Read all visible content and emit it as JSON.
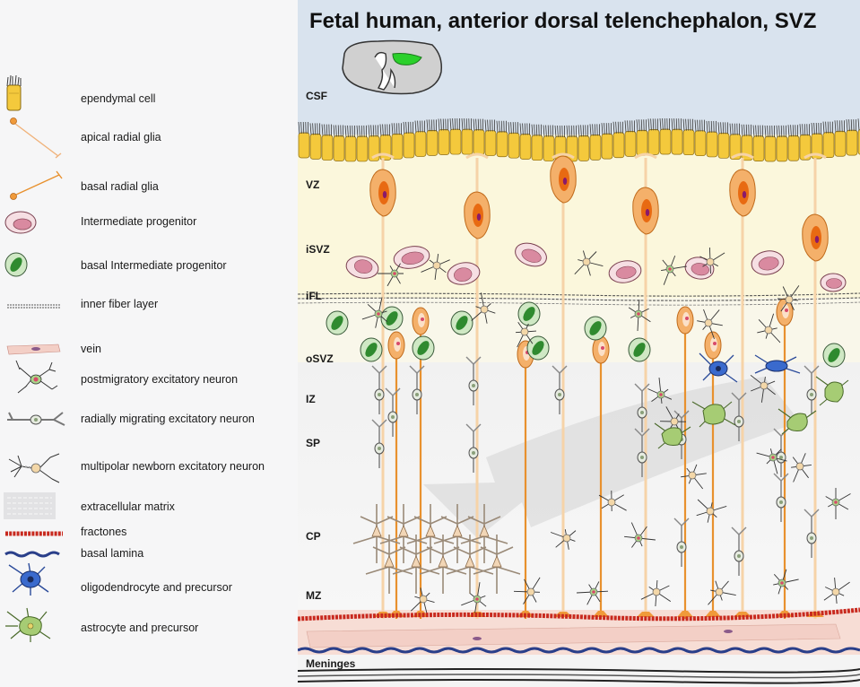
{
  "title": "Fetal human, anterior dorsal telenchephalon, SVZ",
  "zones": [
    {
      "id": "csf",
      "label": "CSF"
    },
    {
      "id": "vz",
      "label": "VZ"
    },
    {
      "id": "isvz",
      "label": "iSVZ"
    },
    {
      "id": "ifl",
      "label": "iFL"
    },
    {
      "id": "osvz",
      "label": "oSVZ"
    },
    {
      "id": "iz",
      "label": "IZ"
    },
    {
      "id": "sp",
      "label": "SP"
    },
    {
      "id": "cp",
      "label": "CP"
    },
    {
      "id": "mz",
      "label": "MZ"
    },
    {
      "id": "meninges",
      "label": "Meninges"
    }
  ],
  "legend": {
    "items": [
      {
        "label": "ependymal cell",
        "icon": "ependymal-cell-icon"
      },
      {
        "label": "apical  radial glia",
        "icon": "apical-radial-glia-icon"
      },
      {
        "label": "basal radial glia",
        "icon": "basal-radial-glia-icon"
      },
      {
        "label": "Intermediate progenitor",
        "icon": "intermediate-progenitor-icon"
      },
      {
        "label": "basal Intermediate progenitor",
        "icon": "basal-intermediate-progenitor-icon"
      },
      {
        "label": "inner fiber layer",
        "icon": "inner-fiber-layer-icon"
      },
      {
        "label": "vein",
        "icon": "vein-icon"
      },
      {
        "label": "postmigratory excitatory neuron",
        "icon": "postmigratory-neuron-icon"
      },
      {
        "label": "radially migrating excitatory neuron",
        "icon": "migrating-neuron-icon"
      },
      {
        "label": "multipolar  newborn excitatory neuron",
        "icon": "multipolar-neuron-icon"
      },
      {
        "label": "extracellular matrix",
        "icon": "extracellular-matrix-icon"
      },
      {
        "label": "fractones",
        "icon": "fractones-icon"
      },
      {
        "label": "basal lamina",
        "icon": "basal-lamina-icon"
      },
      {
        "label": "oligodendrocyte and precursor",
        "icon": "oligodendrocyte-icon"
      },
      {
        "label": "astrocyte and precursor",
        "icon": "astrocyte-icon"
      }
    ]
  },
  "colors": {
    "csf_band": "#d9e3ee",
    "vz_band": "#fbf7dc",
    "osvz_band": "#f1f1f1",
    "ependymal": "#f4c93c",
    "radial_glia": "#f09a3a",
    "radial_fiber": "#f6d3a8",
    "intermediate_progenitor": "#f2c8d0",
    "basal_intermediate_progenitor": "#2f8a2f",
    "oligodendrocyte": "#2f5fc0",
    "astrocyte": "#9cc26a",
    "fractones": "#c8291e",
    "basal_lamina": "#2a3f8a",
    "vein": "#f3cfc6"
  }
}
